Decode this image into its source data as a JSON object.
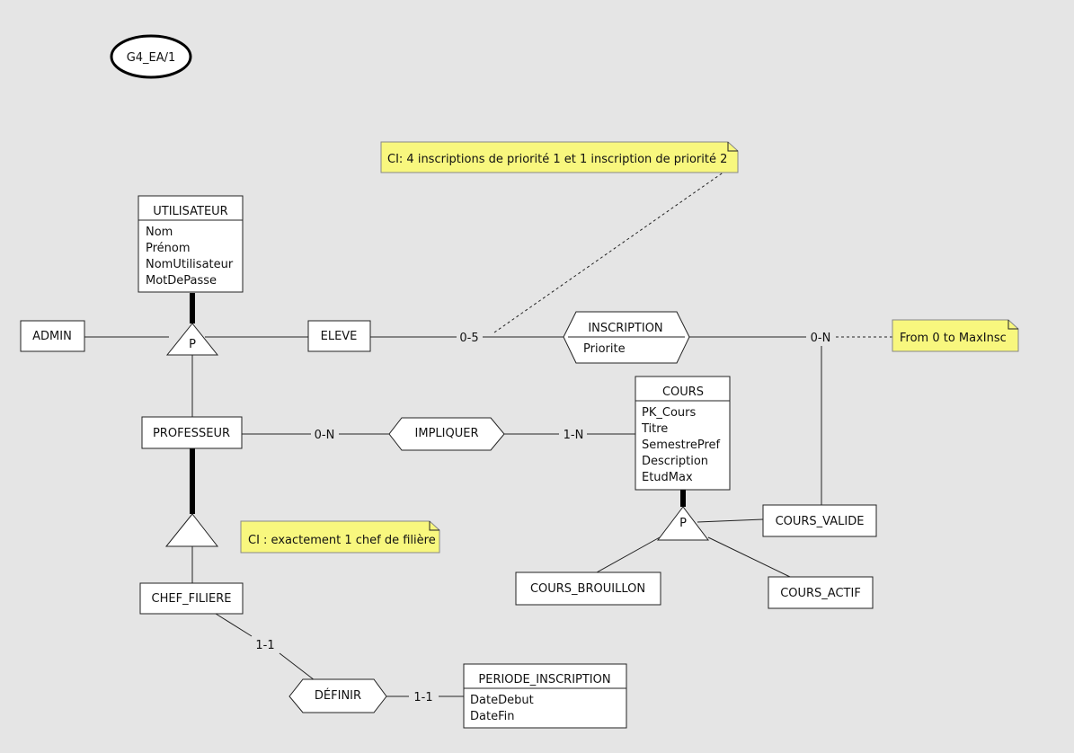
{
  "diagram_id": "G4_EA/1",
  "entities": {
    "utilisateur": {
      "title": "UTILISATEUR",
      "attributes": [
        "Nom",
        "Prénom",
        "NomUtilisateur",
        "MotDePasse"
      ]
    },
    "admin": {
      "title": "ADMIN"
    },
    "eleve": {
      "title": "ELEVE"
    },
    "professeur": {
      "title": "PROFESSEUR"
    },
    "chef_filiere": {
      "title": "CHEF_FILIERE"
    },
    "cours": {
      "title": "COURS",
      "attributes": [
        "PK_Cours",
        "Titre",
        "SemestrePref",
        "Description",
        "EtudMax"
      ]
    },
    "cours_valide": {
      "title": "COURS_VALIDE"
    },
    "cours_brouillon": {
      "title": "COURS_BROUILLON"
    },
    "cours_actif": {
      "title": "COURS_ACTIF"
    },
    "periode_inscription": {
      "title": "PERIODE_INSCRIPTION",
      "attributes": [
        "DateDebut",
        "DateFin"
      ]
    }
  },
  "relationships": {
    "inscription": {
      "title": "INSCRIPTION",
      "attribute": "Priorite"
    },
    "impliquer": {
      "title": "IMPLIQUER"
    },
    "definir": {
      "title": "DÉFINIR"
    }
  },
  "cardinalities": {
    "eleve_inscription": "0-5",
    "inscription_cours": "0-N",
    "professeur_impliquer": "0-N",
    "impliquer_cours": "1-N",
    "chef_definir": "1-1",
    "definir_periode": "1-1"
  },
  "specializations": {
    "utilisateur_label": "P",
    "professeur_label": "",
    "cours_label": "P"
  },
  "notes": {
    "priorite": "CI: 4 inscriptions de priorité 1 et 1 inscription de priorité 2",
    "max_insc": "From 0 to MaxInsc",
    "chef": "CI : exactement 1 chef de filière"
  }
}
